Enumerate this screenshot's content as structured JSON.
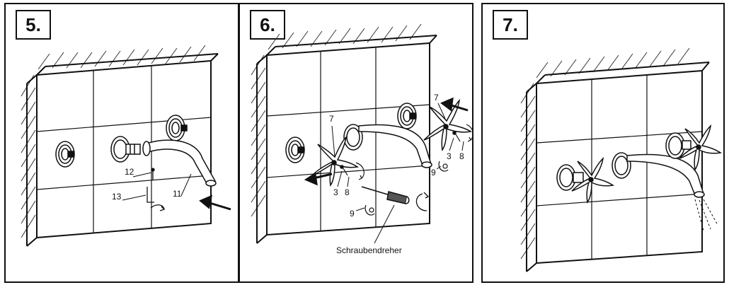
{
  "steps": [
    {
      "number": "5.",
      "labels": {
        "a": "12",
        "b": "13",
        "c": "11"
      }
    },
    {
      "number": "6.",
      "labels": {
        "r7": "7",
        "r3": "3",
        "r8": "8",
        "r9": "9",
        "l7": "7",
        "l3": "3",
        "l8": "8",
        "l9": "9"
      },
      "tool_label": "Schraubendreher"
    },
    {
      "number": "7."
    }
  ],
  "colors": {
    "line": "#111111",
    "paper": "#ffffff",
    "hatch": "#333333"
  }
}
